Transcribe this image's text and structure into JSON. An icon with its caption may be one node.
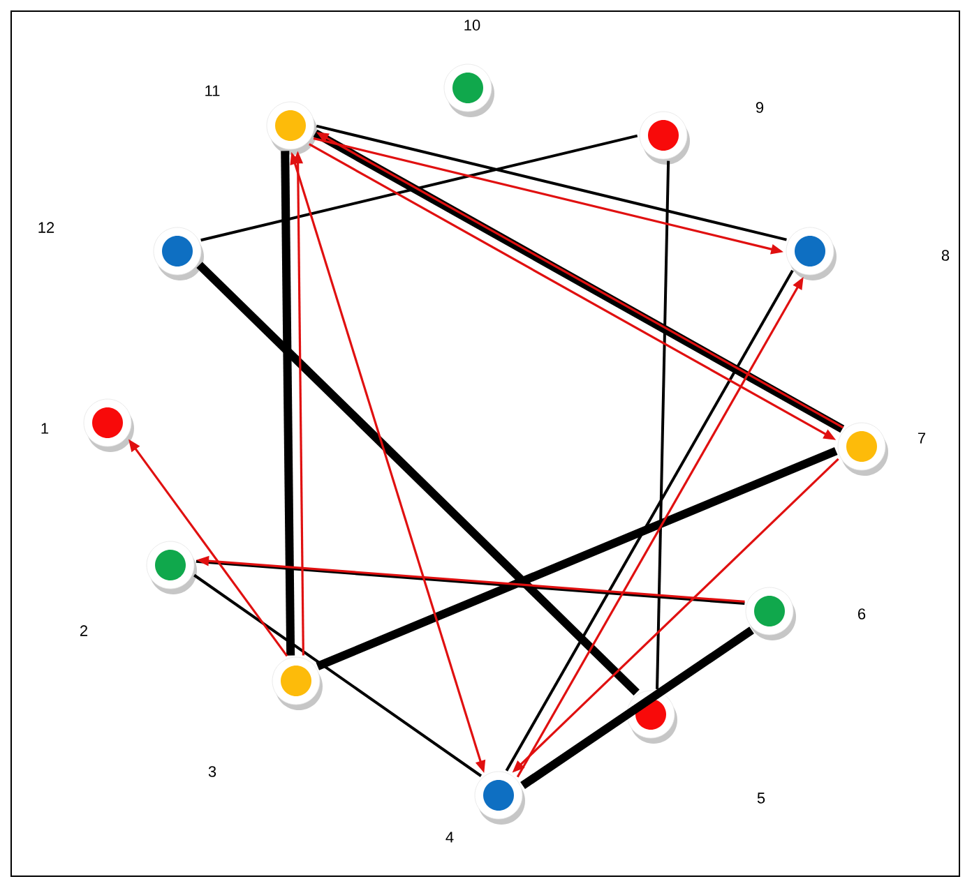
{
  "diagram": {
    "nodes": [
      {
        "text": [],
        "shape": "circle"
      },
      {
        "text": [],
        "shape": "circle"
      },
      {
        "text": [],
        "shape": "circle"
      },
      {
        "text": [],
        "shape": "circle"
      },
      {
        "text": [],
        "shape": "circle"
      },
      {
        "text": [],
        "shape": "circle"
      },
      {
        "text": [],
        "shape": "circle"
      },
      {
        "text": [],
        "shape": "circle"
      },
      {
        "text": [],
        "shape": "circle"
      },
      {
        "text": [],
        "shape": "circle"
      },
      {
        "text": [],
        "shape": "circle"
      },
      {
        "text": [],
        "shape": "circle"
      }
    ],
    "labels": [
      "10",
      "11",
      "9",
      "12",
      "8",
      "1",
      "7",
      "6",
      "2",
      "3",
      "5",
      "4"
    ],
    "edges": [
      {
        "from": 10,
        "to": 6,
        "arrow": "none",
        "style": "thick"
      },
      {
        "from": 10,
        "to": 7,
        "arrow": "none"
      },
      {
        "from": 11,
        "to": 8,
        "arrow": "none"
      },
      {
        "from": 11,
        "to": 4,
        "arrow": "none",
        "style": "thick"
      },
      {
        "from": 2,
        "to": 10,
        "arrow": "none",
        "style": "thick"
      },
      {
        "from": 8,
        "to": 4,
        "arrow": "none"
      },
      {
        "from": 1,
        "to": 5,
        "arrow": "none"
      },
      {
        "from": 1,
        "to": 3,
        "arrow": "none"
      },
      {
        "from": 2,
        "to": 6,
        "arrow": "none",
        "style": "thick"
      },
      {
        "from": 5,
        "to": 3,
        "arrow": "none",
        "style": "thick"
      },
      {
        "from": 3,
        "to": 7,
        "arrow": "none"
      },
      {
        "from": 2,
        "to": 10,
        "arrow": "to",
        "color": "#e01010"
      },
      {
        "from": 2,
        "to": 0,
        "arrow": "to",
        "color": "#e01010"
      },
      {
        "from": 5,
        "to": 1,
        "arrow": "to",
        "color": "#e01010"
      },
      {
        "from": 10,
        "to": 3,
        "arrow": "both",
        "color": "#e01010"
      },
      {
        "from": 10,
        "to": 7,
        "arrow": "to",
        "color": "#e01010"
      },
      {
        "from": 10,
        "to": 6,
        "arrow": "to",
        "color": "#e01010"
      },
      {
        "from": 6,
        "to": 10,
        "arrow": "to",
        "color": "#e01010"
      },
      {
        "from": 3,
        "to": 7,
        "arrow": "to",
        "color": "#e01010"
      },
      {
        "from": 6,
        "to": 3,
        "arrow": "to",
        "color": "#e01010"
      }
    ]
  }
}
